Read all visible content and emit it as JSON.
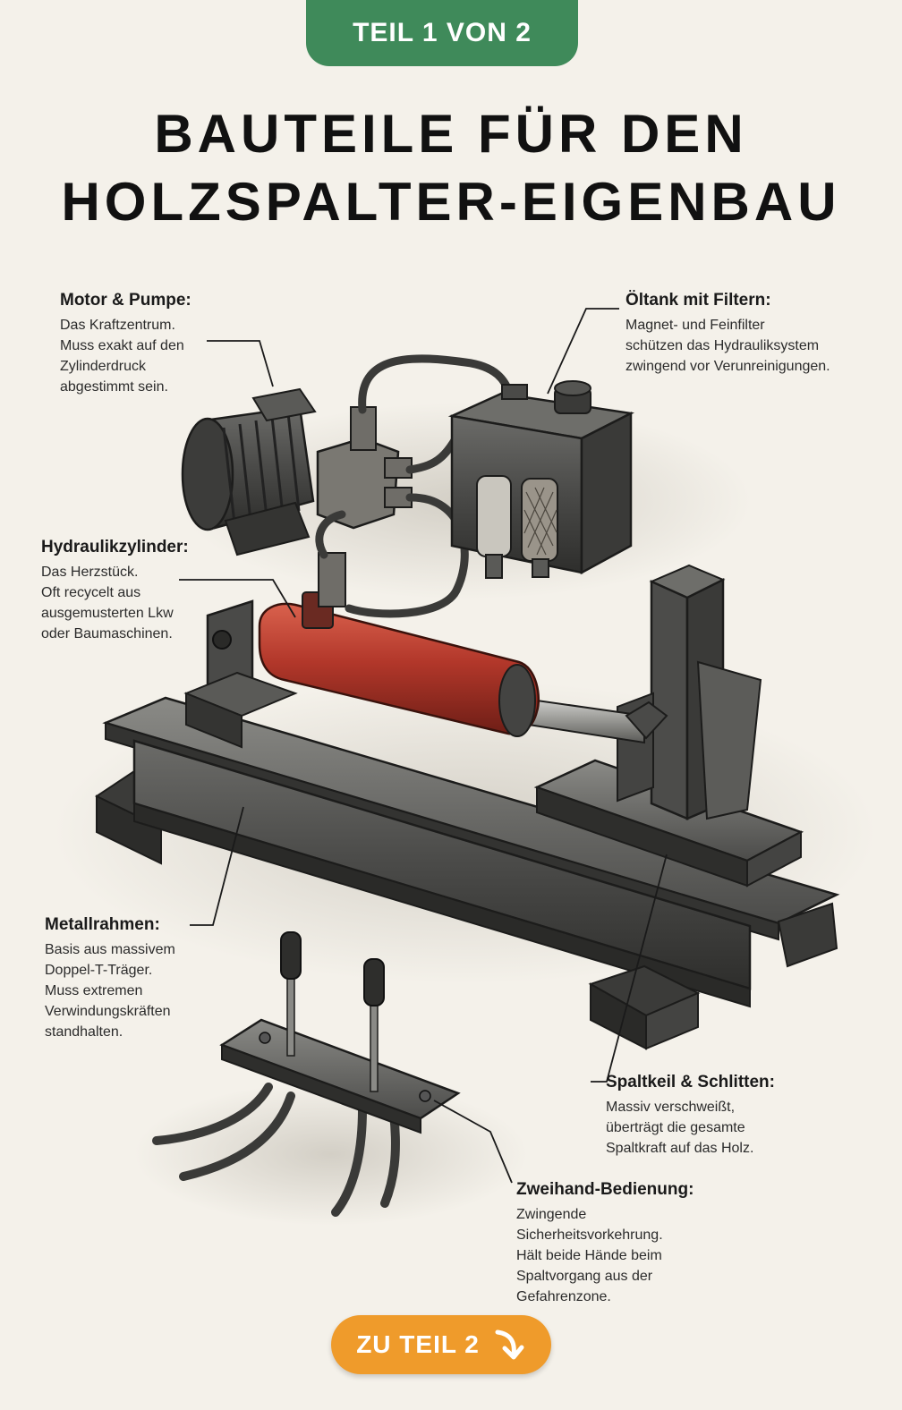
{
  "badge": {
    "label": "TEIL 1 VON 2"
  },
  "title": {
    "line1": "BAUTEILE FÜR DEN",
    "line2": "HOLZSPALTER-EIGENBAU"
  },
  "labels": {
    "motor": {
      "title": "Motor & Pumpe:",
      "lines": [
        "Das Kraftzentrum.",
        "Muss exakt auf den",
        "Zylinderdruck",
        "abgestimmt sein."
      ]
    },
    "oiltank": {
      "title": "Öltank mit Filtern:",
      "lines": [
        "Magnet- und Feinfilter",
        "schützen das Hydrauliksystem",
        "zwingend vor Verunreinigungen."
      ]
    },
    "cylinder": {
      "title": "Hydraulikzylinder:",
      "lines": [
        "Das Herzstück.",
        "Oft recycelt aus",
        "ausgemusterten Lkw",
        "oder Baumaschinen."
      ]
    },
    "frame": {
      "title": "Metallrahmen:",
      "lines": [
        "Basis aus massivem",
        "Doppel-T-Träger.",
        "Muss extremen",
        "Verwindungskräften",
        "standhalten."
      ]
    },
    "wedge": {
      "title": "Spaltkeil & Schlitten:",
      "lines": [
        "Massiv verschweißt,",
        "überträgt die gesamte",
        "Spaltkraft auf das Holz."
      ]
    },
    "twohand": {
      "title": "Zweihand-Bedienung:",
      "lines": [
        "Zwingende",
        "Sicherheitsvorkehrung.",
        "Hält beide Hände beim",
        "Spaltvorgang aus der",
        "Gefahrenzone."
      ]
    }
  },
  "next_button": {
    "label": "ZU TEIL 2",
    "icon": "arrow-down-right-icon"
  },
  "colors": {
    "badge": "#3f8a5a",
    "button": "#ef9b2b",
    "cylinder": "#b2372a",
    "background": "#f4f1ea"
  }
}
